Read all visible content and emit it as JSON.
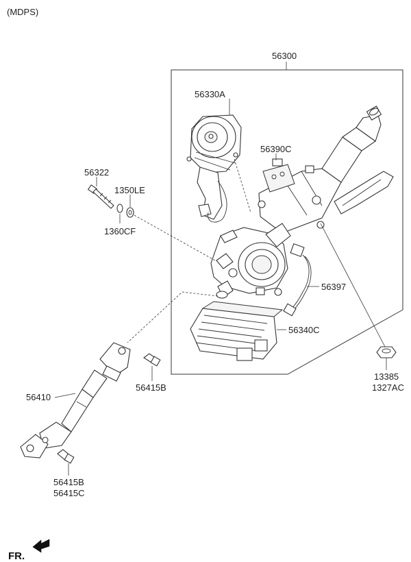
{
  "header": {
    "title": "(MDPS)"
  },
  "footer": {
    "direction_label": "FR."
  },
  "parts": {
    "assembly": "56300",
    "motor": "56330A",
    "bracket": "56390C",
    "bolt_long": "56322",
    "washer_a": "1350LE",
    "washer_b": "1360CF",
    "harness": "56397",
    "ecu": "56340C",
    "nut_a": "13385",
    "nut_b": "1327AC",
    "shaft": "56410",
    "bolt_upper": "56415B",
    "bolt_lower_a": "56415B",
    "bolt_lower_b": "56415C"
  }
}
